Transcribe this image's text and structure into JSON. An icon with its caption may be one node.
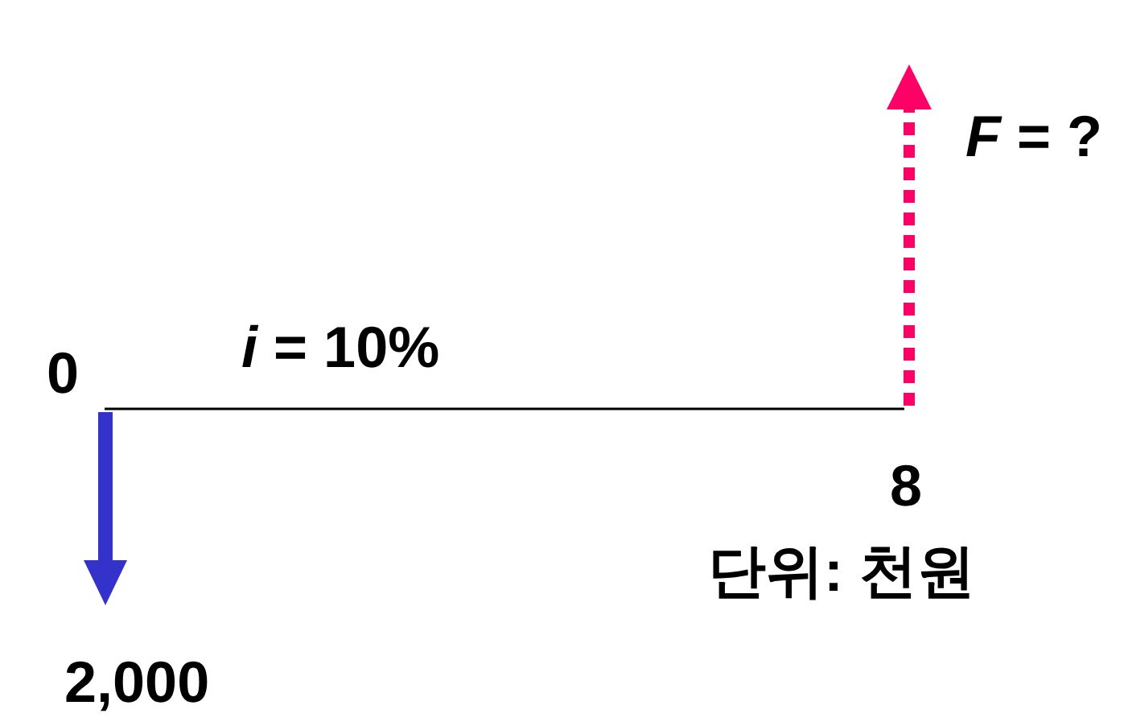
{
  "diagram": {
    "labels": [
      "*F* = ?",
      "0",
      "*i* = 10%",
      "8",
      "단위: 천원",
      "2,000"
    ]
  }
}
